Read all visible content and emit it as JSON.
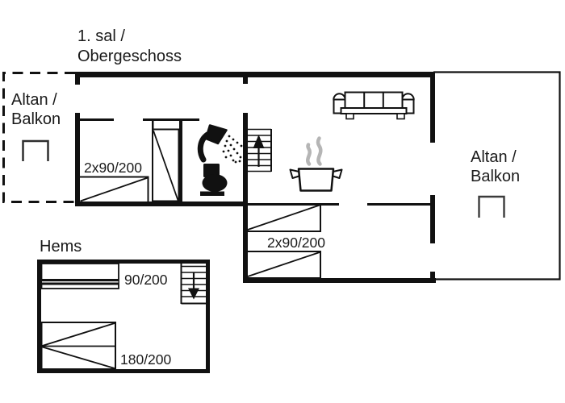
{
  "colors": {
    "ink": "#111111",
    "steam": "#b5b5b5",
    "railing": "#3b3b3b",
    "background": "#ffffff"
  },
  "floor_plan": {
    "title": "1. sal /\nObergeschoss",
    "balcony_left_label": "Altan /\nBalkon",
    "balcony_right_label": "Altan /\nBalkon",
    "loft_label": "Hems",
    "bed_labels": {
      "bedroom_main": "2x90/200",
      "bedroom_lower": "2x90/200",
      "loft_single": "90/200",
      "loft_double": "180/200"
    },
    "icons": {
      "sofa": "sofa-icon",
      "cooking_pot": "cooking-pot-icon",
      "shower": "shower-icon",
      "toilet": "toilet-icon",
      "stairs_up": "stairs-up-icon",
      "stairs_down": "stairs-down-icon",
      "railing_left": "balcony-railing-icon",
      "railing_right": "balcony-railing-icon"
    }
  }
}
